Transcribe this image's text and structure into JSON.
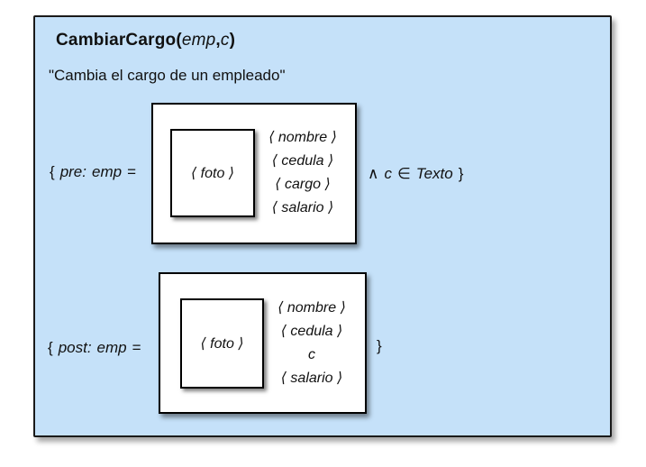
{
  "panel": {
    "title": {
      "name": "CambiarCargo(",
      "param1": "emp",
      "separator": ",",
      "param2": "c",
      "close_paren": ")"
    },
    "subtitle": "\"Cambia el cargo de un empleado\""
  },
  "pre": {
    "brace_open": "{",
    "keyword": "pre:",
    "variable": "emp",
    "equals": "=",
    "record": {
      "foto": "⟨ foto ⟩",
      "fields": [
        "⟨ nombre ⟩",
        "⟨ cedula ⟩",
        "⟨ cargo ⟩",
        "⟨ salario ⟩"
      ]
    },
    "and_symbol": "∧",
    "condition_var": "c",
    "in_symbol": "∈",
    "condition_type": "Texto",
    "brace_close": "}"
  },
  "post": {
    "brace_open": "{",
    "keyword": "post:",
    "variable": "emp",
    "equals": "=",
    "record": {
      "foto": "⟨ foto ⟩",
      "fields": [
        "⟨ nombre ⟩",
        "⟨ cedula ⟩",
        "c",
        "⟨ salario ⟩"
      ]
    },
    "brace_close": "}"
  },
  "colors": {
    "panel_background": "#c5e1f9",
    "border": "#000000",
    "box_background": "#ffffff"
  }
}
